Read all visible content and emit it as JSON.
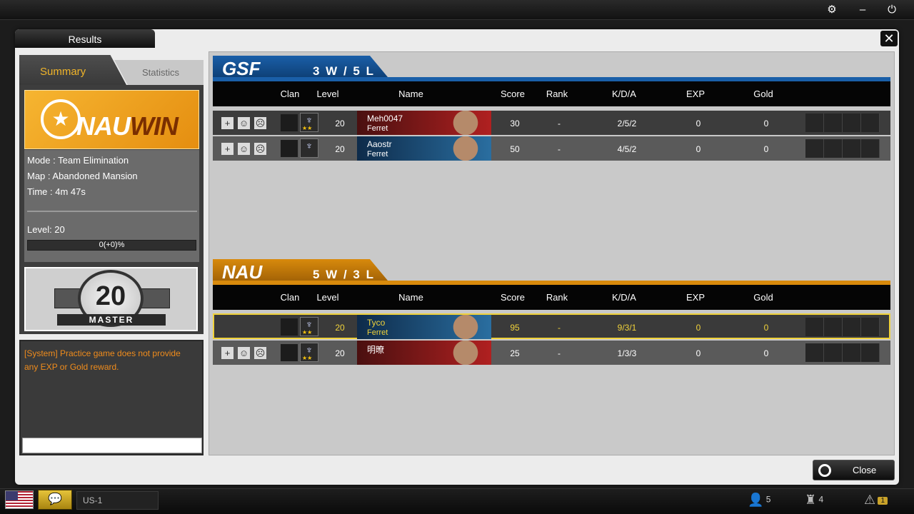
{
  "topbar": {
    "settings_icon": "gear-icon",
    "minimize_icon": "minimize-icon",
    "power_icon": "power-icon"
  },
  "dialog": {
    "title": "Results",
    "close_icon": "close-icon"
  },
  "tabs": {
    "summary": "Summary",
    "statistics": "Statistics"
  },
  "result": {
    "word1": "NAU",
    "word2": "WIN"
  },
  "match": {
    "mode": "Mode : Team Elimination",
    "map": "Map : Abandoned Mansion",
    "time": "Time : 4m 47s",
    "level": "Level: 20",
    "exp_text": "0(+0)%",
    "exp_progress": 0
  },
  "rank": {
    "level": "20",
    "title": "MASTER"
  },
  "system": {
    "message": "[System] Practice game does not provide any EXP or Gold reward."
  },
  "columns": {
    "clan": "Clan",
    "level": "Level",
    "name": "Name",
    "score": "Score",
    "rank": "Rank",
    "kda": "K/D/A",
    "exp": "EXP",
    "gold": "Gold"
  },
  "teams": {
    "gsf": {
      "name": "GSF",
      "record": "3 W / 5 L",
      "color": "#1a5fa8",
      "players": [
        {
          "level": "20",
          "name": "Meh0047",
          "class": "Ferret",
          "score": "30",
          "rank": "-",
          "kda": "2/5/2",
          "exp": "0",
          "gold": "0"
        },
        {
          "level": "20",
          "name": "Aaostr",
          "class": "Ferret",
          "score": "50",
          "rank": "-",
          "kda": "4/5/2",
          "exp": "0",
          "gold": "0"
        }
      ]
    },
    "nau": {
      "name": "NAU",
      "record": "5 W / 3 L",
      "color": "#d88a0c",
      "players": [
        {
          "level": "20",
          "name": "Tyco",
          "class": "Ferret",
          "score": "95",
          "rank": "-",
          "kda": "9/3/1",
          "exp": "0",
          "gold": "0"
        },
        {
          "level": "20",
          "name": "明暸",
          "class": "",
          "score": "25",
          "rank": "-",
          "kda": "1/3/3",
          "exp": "0",
          "gold": "0"
        }
      ]
    }
  },
  "footer": {
    "close": "Close"
  },
  "bottombar": {
    "server": "US-1",
    "friends": "5",
    "clan": "4",
    "alerts": "1"
  }
}
